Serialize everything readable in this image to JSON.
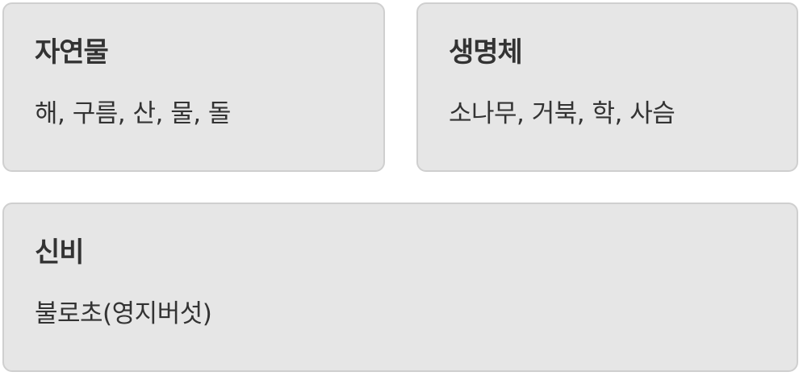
{
  "cards": [
    {
      "title": "자연물",
      "items_text": "해, 구름, 산, 물, 돌",
      "items": [
        "해",
        "구름",
        "산",
        "물",
        "돌"
      ]
    },
    {
      "title": "생명체",
      "items_text": "소나무, 거북, 학, 사슴",
      "items": [
        "소나무",
        "거북",
        "학",
        "사슴"
      ]
    },
    {
      "title": "신비",
      "items_text": "불로초(영지버섯)",
      "items": [
        "불로초(영지버섯)"
      ]
    }
  ],
  "colors": {
    "card_background": "#e6e6e6",
    "card_border": "#cfcfcf",
    "text": "#333333",
    "page_background": "#ffffff"
  }
}
